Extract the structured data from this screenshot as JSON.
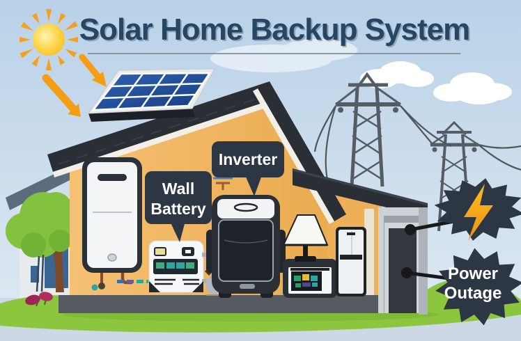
{
  "title": {
    "text": "Solar Home Backup System"
  },
  "callouts": {
    "wall_battery": {
      "line1": "Wall",
      "line2": "Battery"
    },
    "inverter": {
      "text": "Inverter"
    },
    "power_outage": {
      "line1": "Power",
      "line2": "Outage"
    }
  },
  "icons": [
    "sun-icon",
    "sunlight-arrow-icon",
    "solar-panel-icon",
    "roof-icon",
    "house-icon",
    "neighbor-house-icon",
    "tree-icon",
    "flower-icon",
    "cloud-icon",
    "transmission-tower-icon",
    "power-line-icon",
    "wall-battery-icon",
    "battery-control-unit-icon",
    "inverter-device-icon",
    "ground-terminal-icon",
    "lamp-icon",
    "tv-console-icon",
    "refrigerator-icon",
    "garage-door-icon",
    "connector-pin-icon",
    "lightning-bolt-icon",
    "power-outage-starburst-icon",
    "grass-icon"
  ],
  "colors": {
    "sky_top": "#b9d1e8",
    "sky_bottom": "#e0eaf2",
    "foreground": "#ccd8e3",
    "grass": "#8cc63e",
    "house_wall": "#f0b25c",
    "roof_dark": "#2a2f36",
    "fascia_white": "#f2efe7",
    "callout_bg": "#2d3643",
    "callout_text": "#ffffff",
    "title_navy": "#264663",
    "sun_yellow": "#fdd23e",
    "ray_orange": "#f5a11f",
    "solar_cell_blue": "#2456a0",
    "bolt_yellow": "#f6a81c",
    "tower_gray": "#565c63",
    "neighbor_wall": "#e7ebee",
    "neighbor_door_blue": "#3a6691",
    "garage_gray": "#9ba1a7"
  }
}
